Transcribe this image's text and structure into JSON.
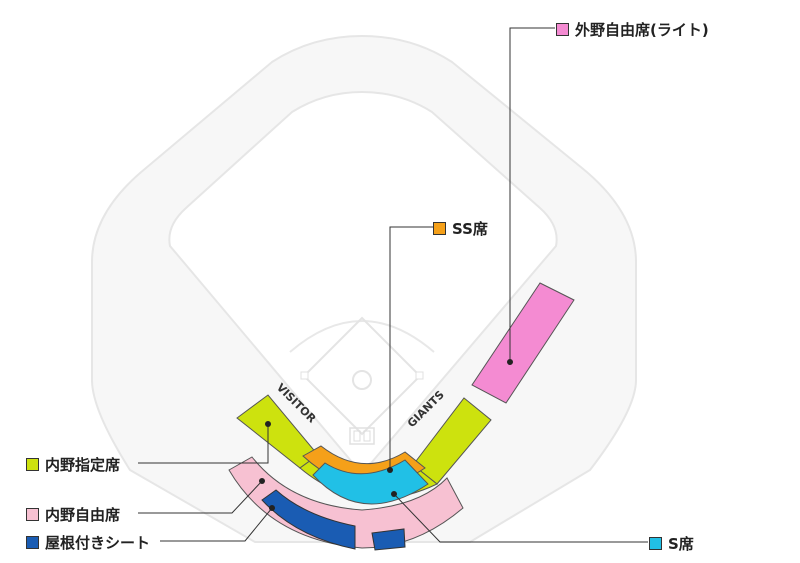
{
  "labels": {
    "visitor": "VISITOR",
    "giants": "GIANTS"
  },
  "legend": {
    "outfield_right": {
      "label": "外野自由席(ライト)",
      "color": "#f48bd2"
    },
    "ss_seat": {
      "label": "SS席",
      "color": "#f5a019"
    },
    "infield_reserved": {
      "label": "内野指定席",
      "color": "#cde20e"
    },
    "infield_free": {
      "label": "内野自由席",
      "color": "#f7c1d2"
    },
    "roof_seat": {
      "label": "屋根付きシート",
      "color": "#1a5cb3"
    },
    "s_seat": {
      "label": "S席",
      "color": "#21c0e6"
    }
  }
}
